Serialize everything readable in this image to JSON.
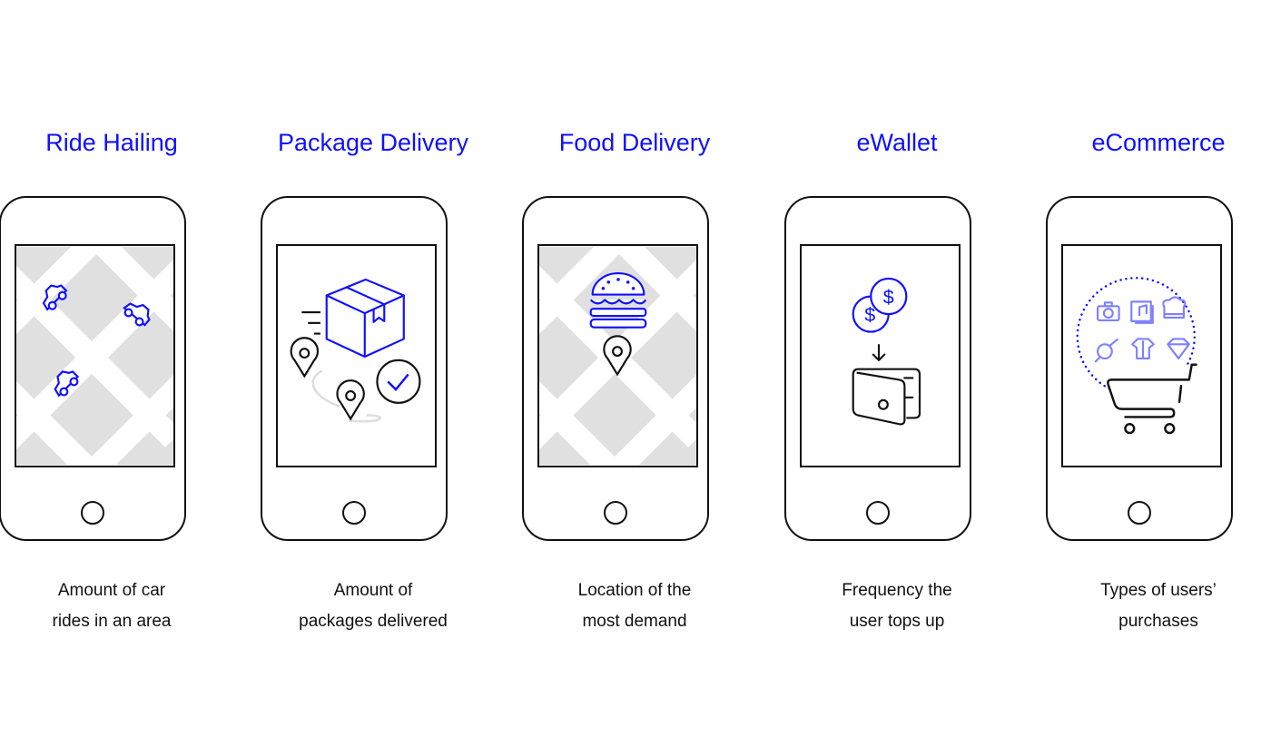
{
  "accent_color": "#1010ff",
  "panels": [
    {
      "title": "Ride Hailing",
      "caption": [
        "Amount of car",
        "rides in an area"
      ],
      "icon": "car-map-icon"
    },
    {
      "title": "Package Delivery",
      "caption": [
        "Amount of",
        "packages delivered"
      ],
      "icon": "package-delivery-icon"
    },
    {
      "title": "Food Delivery",
      "caption": [
        "Location of the",
        "most demand"
      ],
      "icon": "burger-map-icon"
    },
    {
      "title": "eWallet",
      "caption": [
        "Frequency the",
        "user tops up"
      ],
      "icon": "wallet-coins-icon"
    },
    {
      "title": "eCommerce",
      "caption": [
        "Types of users’",
        "purchases"
      ],
      "icon": "shopping-cart-icon"
    }
  ]
}
